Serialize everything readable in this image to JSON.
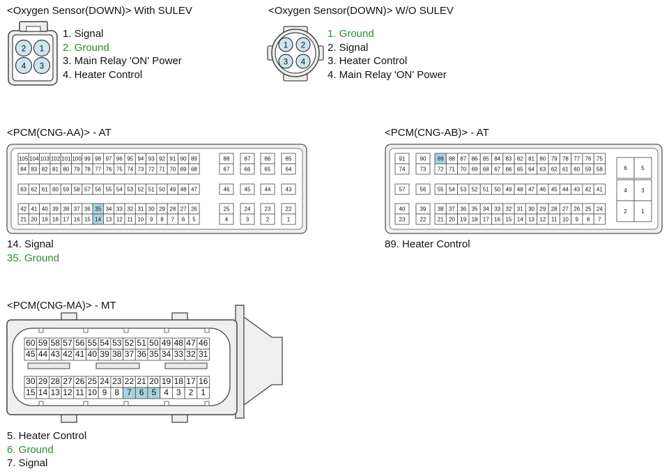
{
  "colors": {
    "highlight": "#a9d3df",
    "ground_text": "#2e8b2e",
    "pin_fill": "#cce6ee",
    "housing": "#efefef",
    "outline": "#555555"
  },
  "sensor_sulev": {
    "title": "<Oxygen Sensor(DOWN)> With SULEV",
    "pins": [
      {
        "label": "2"
      },
      {
        "label": "1"
      },
      {
        "label": "4"
      },
      {
        "label": "3"
      }
    ],
    "items": [
      {
        "text": "1. Signal",
        "color": "black"
      },
      {
        "text": "2. Ground",
        "color": "green"
      },
      {
        "text": "3. Main Relay 'ON' Power",
        "color": "black"
      },
      {
        "text": "4. Heater Control",
        "color": "black"
      }
    ]
  },
  "sensor_wo": {
    "title": "<Oxygen Sensor(DOWN)> W/O SULEV",
    "pins": [
      {
        "label": "1"
      },
      {
        "label": "2"
      },
      {
        "label": "3"
      },
      {
        "label": "4"
      }
    ],
    "items": [
      {
        "text": "1. Ground",
        "color": "green"
      },
      {
        "text": "2. Signal",
        "color": "black"
      },
      {
        "text": "3. Heater Control",
        "color": "black"
      },
      {
        "text": "4. Main Relay 'ON' Power",
        "color": "black"
      }
    ]
  },
  "pcm_aa": {
    "title": "<PCM(CNG-AA)> - AT",
    "highlight": [
      "14",
      "35"
    ],
    "rows": [
      [
        "105",
        "104",
        "103",
        "102",
        "101",
        "100",
        "99",
        "98",
        "97",
        "96",
        "95",
        "94",
        "93",
        "92",
        "91",
        "90",
        "89"
      ],
      [
        "84",
        "83",
        "82",
        "81",
        "80",
        "79",
        "78",
        "77",
        "76",
        "75",
        "74",
        "73",
        "72",
        "71",
        "70",
        "69",
        "68"
      ],
      [
        "63",
        "62",
        "61",
        "60",
        "59",
        "58",
        "57",
        "56",
        "55",
        "54",
        "53",
        "52",
        "51",
        "50",
        "49",
        "48",
        "47"
      ],
      [
        "42",
        "41",
        "40",
        "39",
        "38",
        "37",
        "36",
        "35",
        "34",
        "33",
        "32",
        "31",
        "30",
        "29",
        "28",
        "27",
        "26"
      ],
      [
        "21",
        "20",
        "19",
        "18",
        "17",
        "16",
        "15",
        "14",
        "13",
        "12",
        "11",
        "10",
        "9",
        "8",
        "7",
        "6",
        "5"
      ]
    ],
    "side_rows": [
      [
        "88",
        "87",
        "86",
        "85"
      ],
      [
        "67",
        "66",
        "65",
        "64"
      ],
      [
        "46",
        "45",
        "44",
        "43"
      ],
      [
        "25",
        "24",
        "23",
        "22"
      ],
      [
        "4",
        "3",
        "2",
        "1"
      ]
    ],
    "items": [
      {
        "text": "14. Signal",
        "color": "black"
      },
      {
        "text": "35. Ground",
        "color": "green"
      }
    ]
  },
  "pcm_ab": {
    "title": "<PCM(CNG-AB)> - AT",
    "highlight": [
      "89"
    ],
    "left_rows": [
      [
        "91",
        "90"
      ],
      [
        "74",
        "73"
      ],
      [
        "57",
        "56"
      ],
      [
        "40",
        "39"
      ],
      [
        "23",
        "22"
      ]
    ],
    "rows": [
      [
        "89",
        "88",
        "87",
        "86",
        "85",
        "84",
        "83",
        "82",
        "81",
        "80",
        "79",
        "78",
        "77",
        "76",
        "75"
      ],
      [
        "72",
        "71",
        "70",
        "69",
        "68",
        "67",
        "66",
        "65",
        "64",
        "63",
        "62",
        "61",
        "60",
        "59",
        "58"
      ],
      [
        "55",
        "54",
        "53",
        "52",
        "51",
        "50",
        "49",
        "48",
        "47",
        "46",
        "45",
        "44",
        "43",
        "42",
        "41"
      ],
      [
        "38",
        "37",
        "36",
        "35",
        "34",
        "33",
        "32",
        "31",
        "30",
        "29",
        "28",
        "27",
        "26",
        "25",
        "24"
      ],
      [
        "21",
        "20",
        "19",
        "18",
        "17",
        "16",
        "15",
        "14",
        "13",
        "12",
        "11",
        "10",
        "9",
        "8",
        "7"
      ]
    ],
    "right_pins": [
      [
        "6",
        "5"
      ],
      [
        "4",
        "3"
      ],
      [
        "2",
        "1"
      ]
    ],
    "items": [
      {
        "text": "89. Heater Control",
        "color": "black"
      }
    ]
  },
  "pcm_ma": {
    "title": "<PCM(CNG-MA)> - MT",
    "highlight": [
      "5",
      "6",
      "7"
    ],
    "top_rows": [
      [
        "60",
        "59",
        "58",
        "57",
        "56",
        "55",
        "54",
        "53",
        "52",
        "51",
        "50",
        "49",
        "48",
        "47",
        "46"
      ],
      [
        "45",
        "44",
        "43",
        "42",
        "41",
        "40",
        "39",
        "38",
        "37",
        "36",
        "35",
        "34",
        "33",
        "32",
        "31"
      ]
    ],
    "bottom_rows": [
      [
        "30",
        "29",
        "28",
        "27",
        "26",
        "25",
        "24",
        "23",
        "22",
        "21",
        "20",
        "19",
        "18",
        "17",
        "16"
      ],
      [
        "15",
        "14",
        "13",
        "12",
        "11",
        "10",
        "9",
        "8",
        "7",
        "6",
        "5",
        "4",
        "3",
        "2",
        "1"
      ]
    ],
    "items": [
      {
        "text": "5. Heater Control",
        "color": "black"
      },
      {
        "text": "6. Ground",
        "color": "green"
      },
      {
        "text": "7. Signal",
        "color": "black"
      }
    ]
  }
}
